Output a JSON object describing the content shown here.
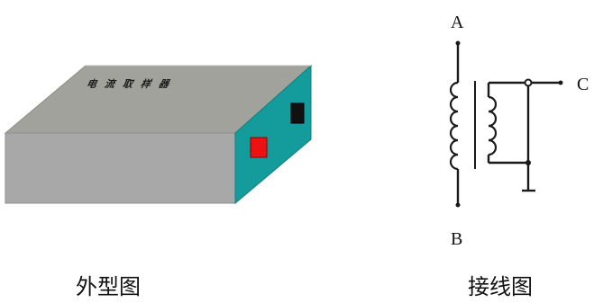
{
  "device": {
    "lid_label": "电流取样器"
  },
  "schematic": {
    "label_a": "A",
    "label_b": "B",
    "label_c": "C"
  },
  "captions": {
    "exterior": "外型图",
    "wiring": "接线图"
  },
  "colors": {
    "box_top": "#a2a29c",
    "box_front": "#a8a8a8",
    "box_side": "#149c9c",
    "red_terminal": "#ee1111",
    "black_terminal": "#111111",
    "line": "#1a1a1a"
  }
}
